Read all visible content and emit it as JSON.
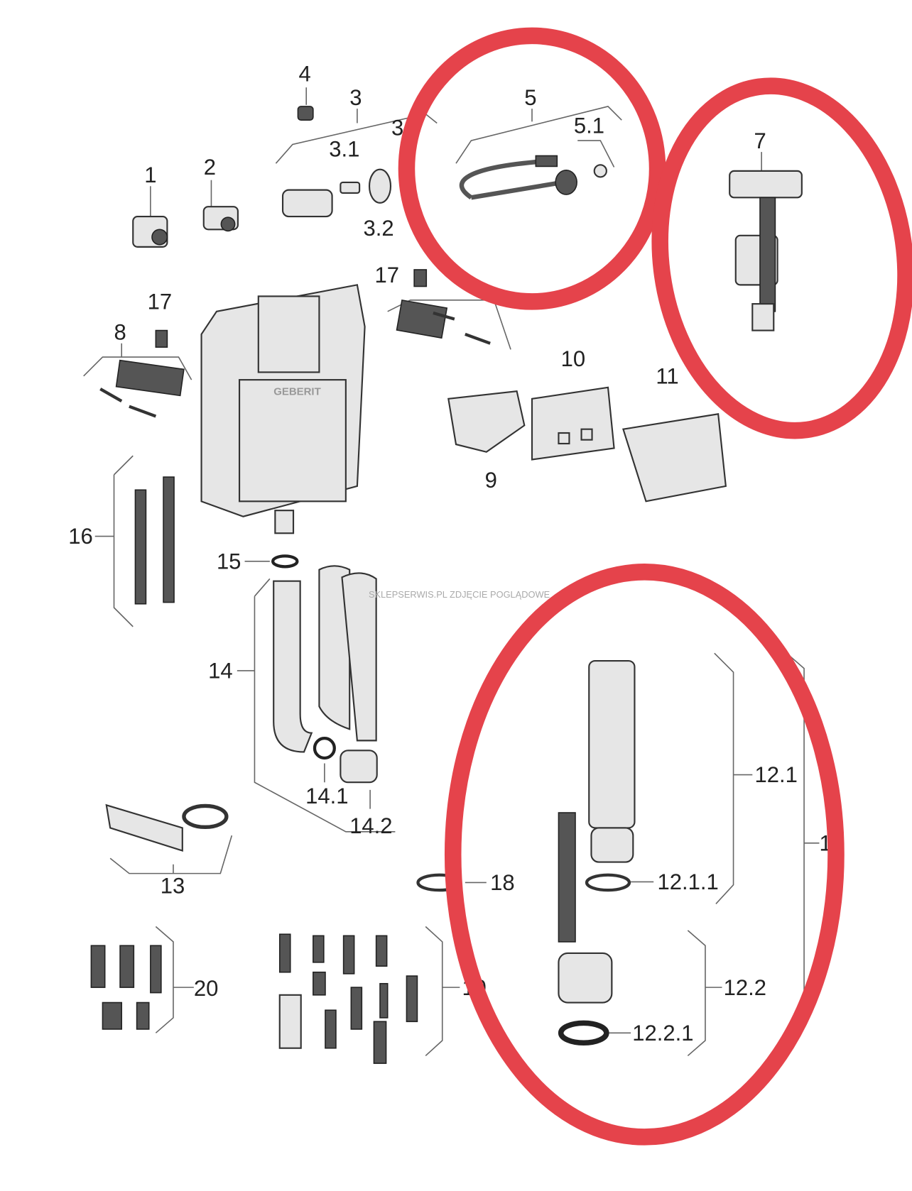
{
  "labels": {
    "l4": "4",
    "l3": "3",
    "l3x": "3.",
    "l31": "3.1",
    "l32": "3.2",
    "l5": "5",
    "l51": "5.1",
    "l7": "7",
    "l1": "1",
    "l2": "2",
    "l17a": "17",
    "l17b": "17",
    "l8": "8",
    "l10": "10",
    "l11": "11",
    "l9": "9",
    "l16": "16",
    "l15": "15",
    "l14": "14",
    "l141": "14.1",
    "l142": "14.2",
    "l13": "13",
    "l18": "18",
    "l121": "12.1",
    "l1211": "12.1.1",
    "l12": "1",
    "l122": "12.2",
    "l1221": "12.2.1",
    "l20": "20",
    "l19": "19"
  },
  "watermark": "SKLEPSERWIS.PL ZDJĘCIE POGLĄDOWE",
  "brand_on_cistern": "GEBERIT",
  "highlight_color": "#e5434b"
}
